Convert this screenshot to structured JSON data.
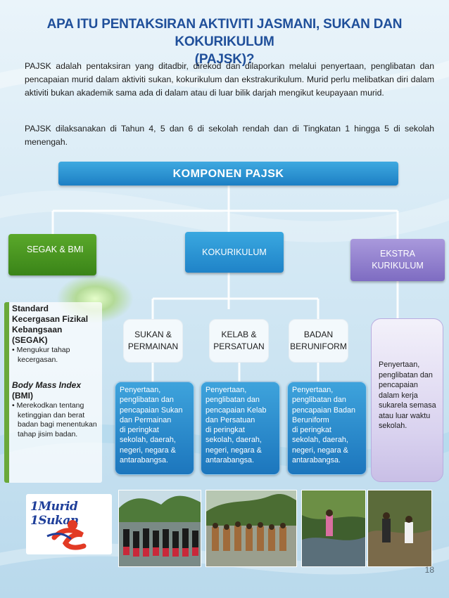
{
  "title": {
    "line1": "APA ITU PENTAKSIRAN AKTIVITI JASMANI, SUKAN DAN KOKURIKULUM",
    "line2": "(PAJSK)?"
  },
  "intro": {
    "p1": "PAJSK adalah pentaksiran yang ditadbir, direkod dan dilaporkan melalui penyertaan, penglibatan dan pencapaian murid dalam aktiviti sukan, kokurikulum dan ekstrakurikulum. Murid perlu melibatkan diri dalam aktiviti bukan akademik sama ada di dalam atau di luar bilik darjah mengikut keupayaan murid.",
    "p2": "PAJSK dilaksanakan di Tahun 4, 5 dan 6 di sekolah rendah dan di Tingkatan 1 hingga 5 di sekolah menengah."
  },
  "chart": {
    "root": "KOMPONEN PAJSK",
    "segak": "SEGAK & BMI",
    "kokurikulum": "KOKURIKULUM",
    "ekstra_line1": "EKSTRA",
    "ekstra_line2": "KURIKULUM",
    "sub": [
      {
        "line1": "SUKAN &",
        "line2": "PERMAINAN"
      },
      {
        "line1": "KELAB &",
        "line2": "PERSATUAN"
      },
      {
        "line1": "BADAN",
        "line2": "BERUNIFORM"
      }
    ],
    "segak_card": {
      "h1": [
        "Standard",
        "Kecergasan Fizikal",
        "Kebangsaan",
        "(SEGAK)"
      ],
      "b1": "• Mengukur  tahap kecergasan.",
      "h2": "Body Mass Index",
      "h2b": "(BMI)",
      "b2": "• Merekodkan tentang ketinggian dan berat badan bagi menentukan tahap jisim badan."
    },
    "cards": [
      [
        "Penyertaan,",
        "penglibatan dan",
        "pencapaian Sukan",
        "dan Permainan",
        "di peringkat",
        "sekolah, daerah,",
        "negeri, negara &",
        "antarabangsa."
      ],
      [
        "Penyertaan,",
        "penglibatan dan",
        "pencapaian Kelab",
        "dan Persatuan",
        "di peringkat",
        "sekolah, daerah,",
        "negeri, negara &",
        "antarabangsa."
      ],
      [
        "Penyertaan,",
        "penglibatan dan",
        "pencapaian Badan",
        "Beruniform",
        "di peringkat",
        "sekolah, daerah,",
        "negeri, negara &",
        "antarabangsa."
      ]
    ],
    "ekstra_card": [
      "Penyertaan,",
      "penglibatan dan",
      "pencapaian",
      "dalam kerja",
      "sukarela semasa",
      "atau luar waktu",
      "sekolah."
    ]
  },
  "logo": "1Murid 1Sukan",
  "page_number": "18",
  "colors": {
    "title": "#1f4f9a",
    "green": "#4a9a22",
    "blue": "#2a8fd2",
    "purple": "#8f7fcf"
  }
}
